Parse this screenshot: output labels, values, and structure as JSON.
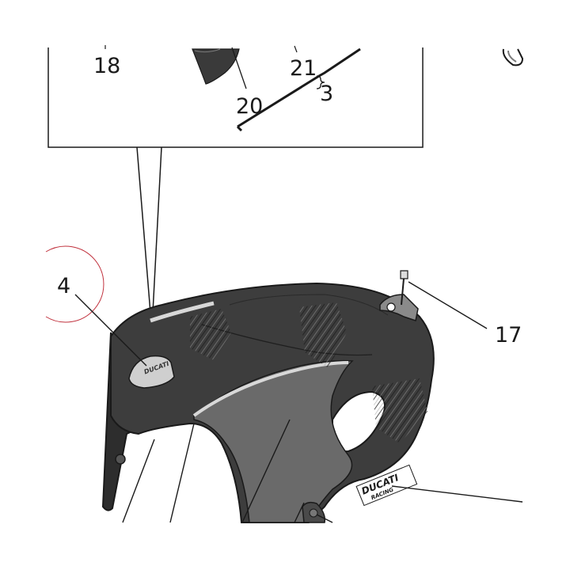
{
  "callouts": {
    "c18": "18",
    "c21": "21",
    "c20": "20",
    "c3": "3",
    "c4": "4",
    "c17": "17"
  },
  "decals": {
    "brand": "DUCATI",
    "sub": "RACING",
    "badge": "DUCATI"
  },
  "colors": {
    "body": "#3d3d3d",
    "body_dark": "#2b2b2b",
    "panel_grey": "#6a6a6a",
    "stripe": "#d8d8d8",
    "line": "#1a1a1a",
    "highlight_circle": "#c0303c"
  }
}
